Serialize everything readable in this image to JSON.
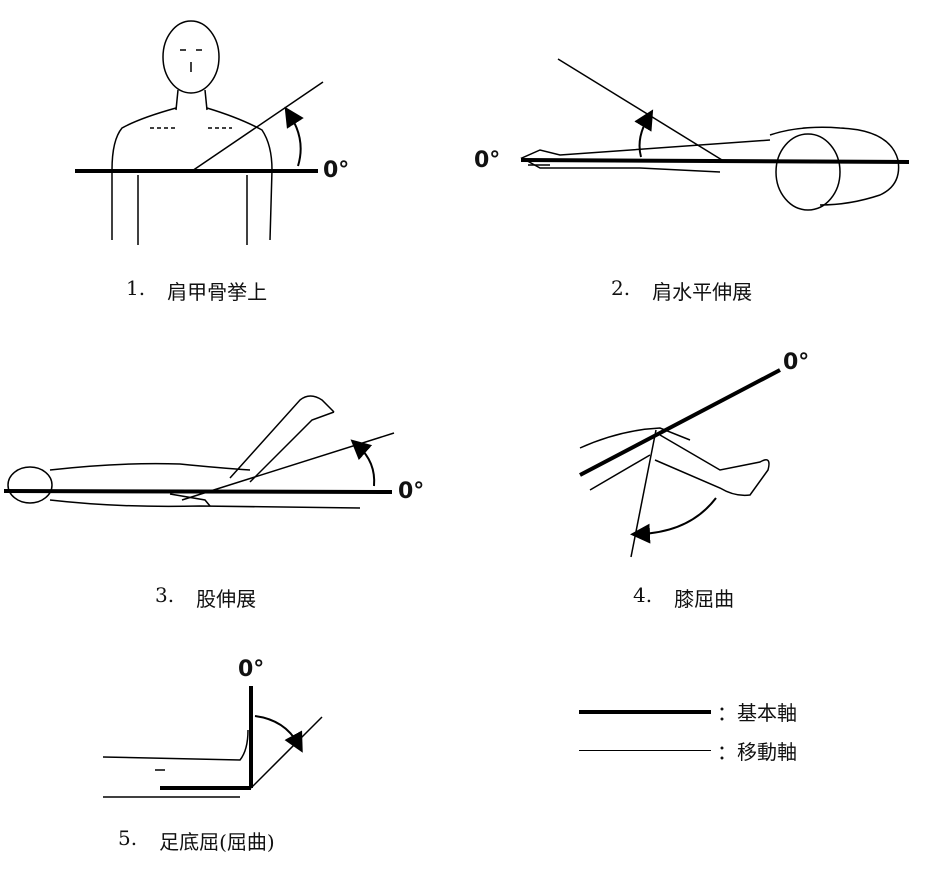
{
  "zero_label": "0°",
  "panels": [
    {
      "num": "1.",
      "label": "肩甲骨挙上"
    },
    {
      "num": "2.",
      "label": "肩水平伸展"
    },
    {
      "num": "3.",
      "label": "股伸展"
    },
    {
      "num": "4.",
      "label": "膝屈曲"
    },
    {
      "num": "5.",
      "label": "足底屈(屈曲)"
    }
  ],
  "legend": {
    "base_axis": "：基本軸",
    "moving_axis": "：移動軸"
  }
}
